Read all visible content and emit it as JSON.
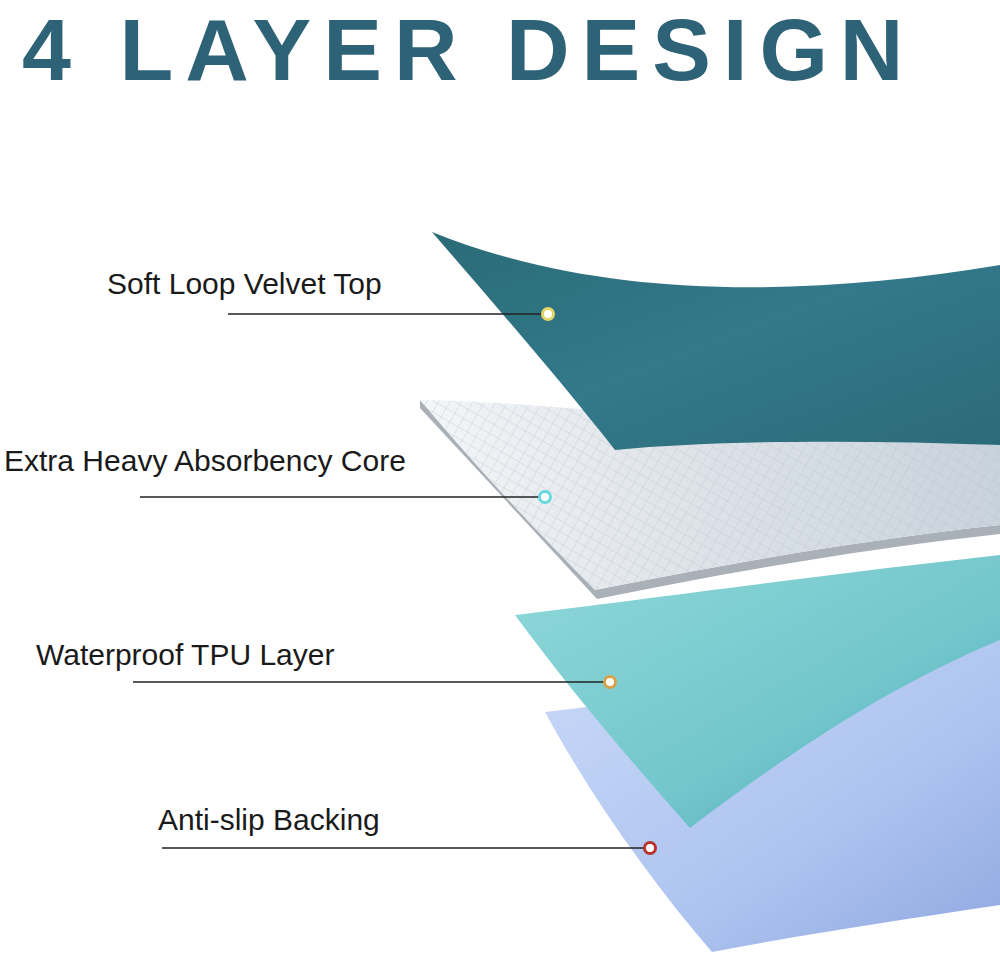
{
  "diagram": {
    "title": "4 LAYER DESIGN",
    "labels": [
      "Soft Loop Velvet Top",
      "Extra Heavy Absorbency Core",
      "Waterproof TPU Layer",
      "Anti-slip Backing"
    ]
  }
}
